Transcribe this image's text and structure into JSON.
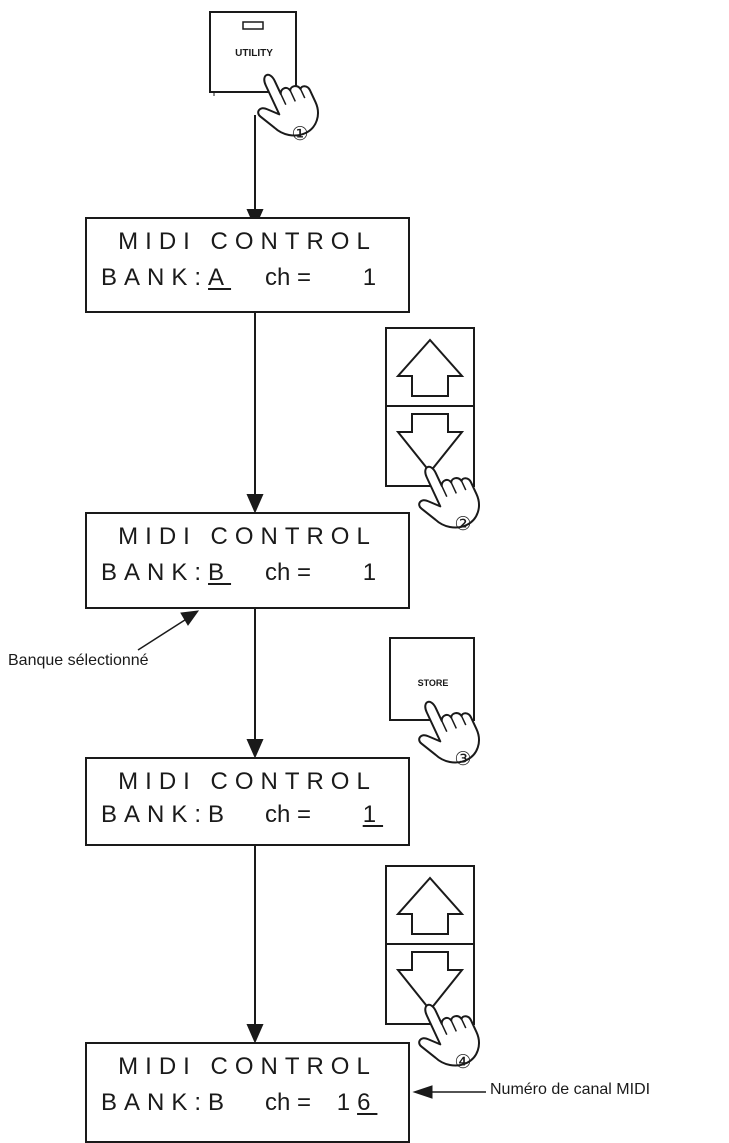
{
  "buttons": {
    "utility": "UTILITY",
    "store": "STORE"
  },
  "steps": [
    "①",
    "②",
    "③",
    "④"
  ],
  "displays": [
    {
      "line1": "MIDI CONTROL",
      "bank_prefix": "BANK:",
      "bank": "A",
      "ch_label": "ch =",
      "ch_value": "1"
    },
    {
      "line1": "MIDI CONTROL",
      "bank_prefix": "BANK:",
      "bank": "B",
      "ch_label": "ch =",
      "ch_value": "1"
    },
    {
      "line1": "MIDI CONTROL",
      "bank_prefix": "BANK:",
      "bank": "B",
      "ch_label": "ch =",
      "ch_value": "1"
    },
    {
      "line1": "MIDI CONTROL",
      "bank_prefix": "BANK:",
      "bank": "B",
      "ch_label": "ch =",
      "ch_value_fixed": "1",
      "ch_value": "6"
    }
  ],
  "annotations": {
    "bank_selected": "Banque sélectionné",
    "midi_channel": "Numéro de canal MIDI"
  }
}
